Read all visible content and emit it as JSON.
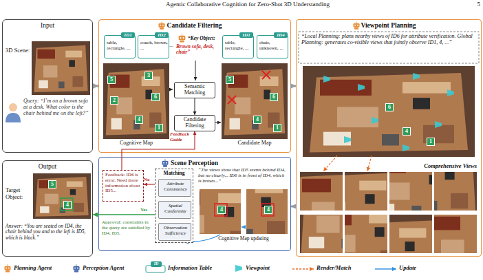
{
  "diagram": {
    "nodes": [
      {
        "text": [
          "Input",
          "3D Scene:",
          "Query: “I’m on a brown sofa at a desk. What color is the chair behind me on the left?”"
        ]
      },
      {
        "text": [
          "Candidate Filtering"
        ]
      },
      {
        "text": [
          "ID1",
          "table, rectangle, ..."
        ],
        "in": 1
      },
      {
        "text": [
          "ID2",
          "couch, brown, ..."
        ],
        "in": 1
      },
      {
        "text": [
          "Semantic Matching"
        ],
        "in": 1
      },
      {
        "text": [
          "Candidate Filtering"
        ],
        "in": 1
      },
      {
        "text": [
          "ID1",
          "table, rectangle, ..."
        ],
        "in": 1
      },
      {
        "text": [
          "ID4",
          "chair, unknown, ..."
        ],
        "in": 1
      },
      {
        "text": [
          "Viewpoint Planning",
          "“Local Planning: plans nearby views of ID6 for attribute verification. Global Planning: generates co-visible views that jointly observe ID1, 4, ...”",
          "Comprehensive Views"
        ]
      },
      {
        "text": [
          "Scene Perception"
        ]
      },
      {
        "text": [
          "Feedback: ID6 is error. Need more information about ID5..."
        ],
        "in": 9
      },
      {
        "text": [
          "Matching"
        ],
        "in": 9
      },
      {
        "text": [
          "Attribute Consistency"
        ],
        "in": 11
      },
      {
        "text": [
          "Spatial Conformity"
        ],
        "in": 11
      },
      {
        "text": [
          "Observation Sufficiency"
        ],
        "in": 11
      },
      {
        "text": [
          "Output",
          "Target Object:",
          "Answer: “You are seated on ID4, the chair behind you and to the left is ID5, which is black.”"
        ]
      }
    ],
    "edges": [
      {
        "from": 0,
        "to": 1,
        "arrow": "to"
      },
      {
        "from": 1,
        "to": 8,
        "arrow": "to"
      },
      {
        "from": 8,
        "to": 9,
        "arrow": "to"
      },
      {
        "from": 4,
        "to": 5,
        "arrow": "to"
      },
      {
        "from": 10,
        "to": 5,
        "label": "Feedback Guide",
        "arrow": "to"
      },
      {
        "from": 11,
        "to": 10,
        "label": "No",
        "arrow": "to"
      },
      {
        "from": 11,
        "to": 15,
        "label": "Yes",
        "arrow": "to"
      }
    ],
    "labels": [
      "Agentic Collaborative Cognition for Zero-Shot 3D Understanding",
      "5",
      "...",
      "“Key Object:",
      "Brown sofa, desk, chair”",
      "Cognitive Map",
      "Candidate Map",
      "5",
      "3",
      "2",
      "6",
      "4",
      "1",
      "5",
      "6",
      "4",
      "1",
      "6",
      "4",
      "1",
      "“The views show that ID5 seems behind ID4, but no clearly... ID6 is in front of ID4, which is brown...”",
      "4",
      "4",
      "Cognitive Map updating",
      "Approval: constraints in the query are satisfied by ID4, ID5.",
      "5",
      "4",
      "ID"
    ],
    "legend": [
      {
        "text": "Planning Agent"
      },
      {
        "text": "Perception Agent"
      },
      {
        "text": "Information Table"
      },
      {
        "text": "Viewpoint"
      },
      {
        "text": "Render/Match"
      },
      {
        "text": "Update"
      }
    ]
  }
}
